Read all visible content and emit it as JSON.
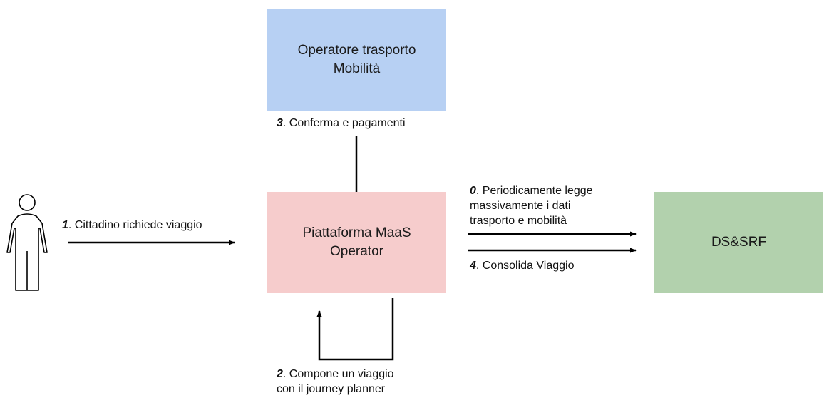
{
  "colors": {
    "transport_box": "#b7d0f3",
    "maas_box": "#f6cccc",
    "dssrf_box": "#b2d1ad",
    "line": "#000000"
  },
  "nodes": {
    "transport_operator": "Operatore trasporto\nMobilità",
    "maas_platform": "Piattaforma MaaS\nOperator",
    "dssrf": "DS&SRF",
    "citizen_icon": "person-icon"
  },
  "steps": {
    "step0": {
      "num": "0",
      "text": ". Periodicamente legge",
      "line2": "massivamente i dati",
      "line3": "trasporto e mobilità"
    },
    "step1": {
      "num": "1",
      "text": ". Cittadino richiede viaggio"
    },
    "step2": {
      "num": "2",
      "text": ". Compone un viaggio",
      "line2": "con il journey planner"
    },
    "step3": {
      "num": "3",
      "text": ". Conferma e pagamenti"
    },
    "step4": {
      "num": "4",
      "text": ". Consolida Viaggio"
    }
  }
}
